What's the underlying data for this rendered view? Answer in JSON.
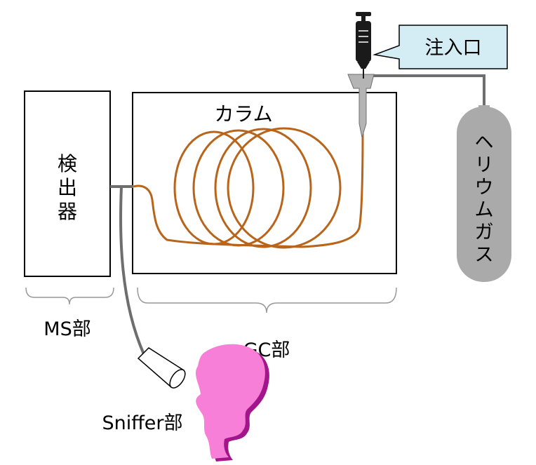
{
  "labels": {
    "detector": "検出器",
    "column": "カラム",
    "injection_port": "注入口",
    "helium_gas": "ヘリウムガス",
    "ms_section": "MS部",
    "gc_section": "GC部",
    "sniffer_section": "Sniffer部"
  },
  "colors": {
    "column_coil": "#b8651b",
    "tubing": "#6e6e6e",
    "cylinder": "#aaaaaa",
    "callout_fill": "#d4ecf3",
    "injector_metal": "#b4b4b4",
    "syringe": "#1a1a1a",
    "head_silhouette": "#f77fd7",
    "head_shadow": "#a3158a"
  },
  "icons": [
    "syringe-icon",
    "gas-cylinder-icon",
    "sniffer-cone-icon",
    "human-head-icon"
  ]
}
